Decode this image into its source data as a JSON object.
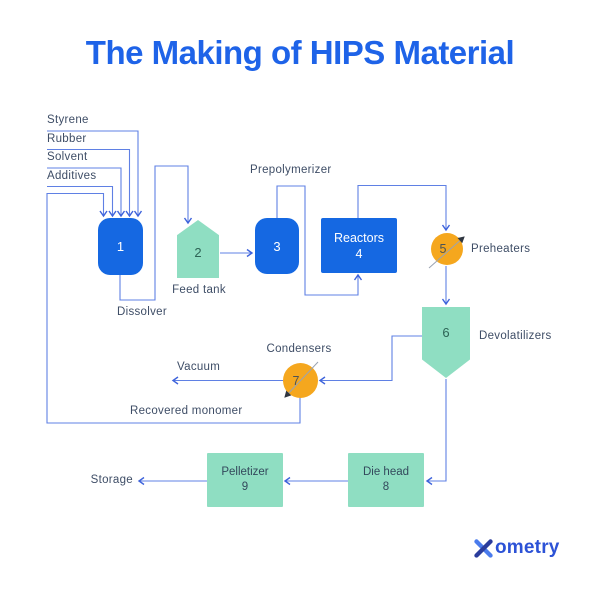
{
  "title": "The Making of HIPS Material",
  "inputs": [
    {
      "label": "Styrene"
    },
    {
      "label": "Rubber"
    },
    {
      "label": "Solvent"
    },
    {
      "label": "Additives"
    }
  ],
  "nodes": {
    "dissolver": {
      "number": "1",
      "label": "Dissolver"
    },
    "feed_tank": {
      "number": "2",
      "label": "Feed tank"
    },
    "prepolymerizer": {
      "number": "3",
      "label": "Prepolymerizer"
    },
    "reactors": {
      "number": "4",
      "label": "Reactors"
    },
    "preheaters": {
      "number": "5",
      "label": "Preheaters"
    },
    "devolatilizers": {
      "number": "6",
      "label": "Devolatilizers"
    },
    "condensers": {
      "number": "7",
      "label": "Condensers"
    },
    "die_head": {
      "number": "8",
      "label": "Die head"
    },
    "pelletizer": {
      "number": "9",
      "label": "Pelletizer"
    }
  },
  "streams": {
    "vacuum": "Vacuum",
    "recovered_monomer": "Recovered monomer",
    "storage": "Storage"
  },
  "logo": {
    "wordmark": "ometry"
  },
  "colors": {
    "title_blue": "#1e63e8",
    "block_blue": "#1568e2",
    "mint_green": "#8fdec2",
    "orange": "#f5a71e",
    "line_blue": "#5f80e4",
    "label_dark": "#3e4d66"
  }
}
